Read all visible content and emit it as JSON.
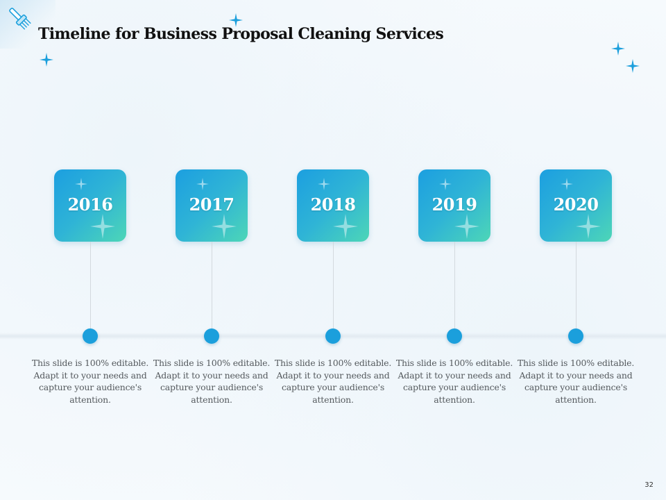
{
  "slide": {
    "title": "Timeline for Business Proposal Cleaning Services",
    "page_number": "32"
  },
  "colors": {
    "accent": "#1b9fdc",
    "gradient_start": "#1c9fe0",
    "gradient_end": "#4dd6b7",
    "text_dark": "#111111",
    "text_body": "#555a5e"
  },
  "icons": {
    "corner": "brush-icon",
    "decor": "sparkle-icon"
  },
  "timeline": [
    {
      "year": "2016",
      "description": "This slide is 100% editable. Adapt it to your needs and capture your audience's attention."
    },
    {
      "year": "2017",
      "description": "This slide is 100% editable. Adapt it to your needs and capture your audience's attention."
    },
    {
      "year": "2018",
      "description": "This slide is 100% editable. Adapt it to your needs and capture your audience's attention."
    },
    {
      "year": "2019",
      "description": "This slide is 100% editable. Adapt it to your needs and capture your audience's attention."
    },
    {
      "year": "2020",
      "description": "This slide is 100% editable. Adapt it to your needs and capture your audience's attention."
    }
  ]
}
